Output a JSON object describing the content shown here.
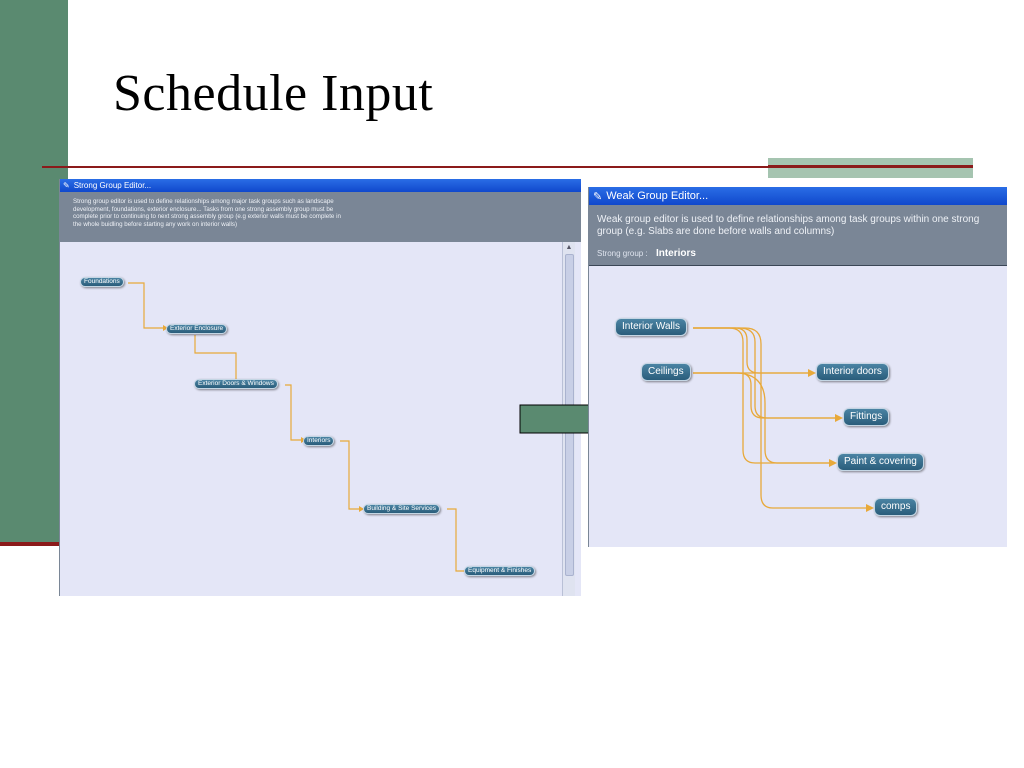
{
  "slide": {
    "title": "Schedule Input"
  },
  "strong_editor": {
    "title": "Strong Group Editor...",
    "description": [
      "Strong group editor is used to define relationships among major task groups such as landscape",
      "development, foundations, exterior enclosure... Tasks from one strong assembly group must be",
      "complete prior to continuing to next strong assembly group (e.g exterior walls must be complete in",
      "the whole buidling before starting any work on interior walls)"
    ],
    "nodes": [
      "Foundations",
      "Exterior Enclosure",
      "Exterior Doors & Windows",
      "Interiors",
      "Building & Site Services",
      "Equipment & Finishes"
    ]
  },
  "weak_editor": {
    "title": "Weak Group Editor...",
    "description": [
      "Weak group editor is used to define relationships among task groups within one strong",
      "group (e.g. Slabs are done before walls and columns)"
    ],
    "strong_group_label": "Strong group :",
    "strong_group_value": "Interiors",
    "nodes": [
      "Interior Walls",
      "Ceilings",
      "Interior doors",
      "Fittings",
      "Paint & covering",
      "comps"
    ]
  },
  "colors": {
    "accent_band": "#5a8a70",
    "rule": "#8b1a1a",
    "connector": "#e8a93a",
    "node": "#3a7090"
  }
}
